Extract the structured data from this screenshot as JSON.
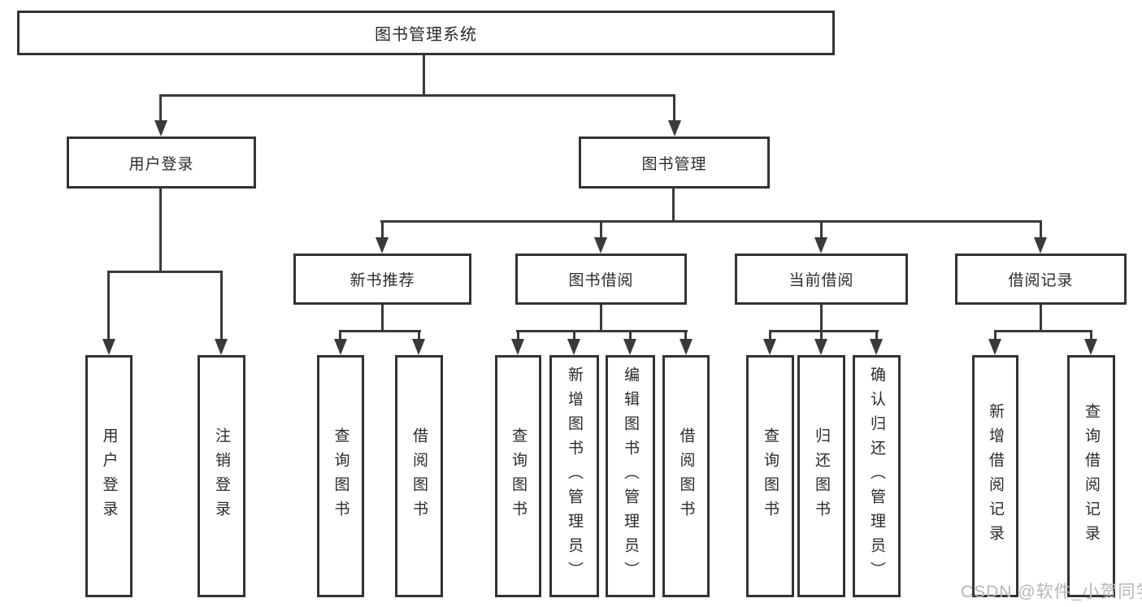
{
  "diagram": {
    "root": {
      "label": "图书管理系统"
    },
    "branches": [
      {
        "label": "用户登录",
        "children": [
          {
            "label": "用户登录"
          },
          {
            "label": "注销登录"
          }
        ]
      },
      {
        "label": "图书管理",
        "children": [
          {
            "label": "新书推荐",
            "children": [
              {
                "label": "查询图书"
              },
              {
                "label": "借阅图书"
              }
            ]
          },
          {
            "label": "图书借阅",
            "children": [
              {
                "label": "查询图书"
              },
              {
                "label": "新增图书（管理员）"
              },
              {
                "label": "编辑图书（管理员）"
              },
              {
                "label": "借阅图书"
              }
            ]
          },
          {
            "label": "当前借阅",
            "children": [
              {
                "label": "查询图书"
              },
              {
                "label": "归还图书"
              },
              {
                "label": "确认归还（管理员）"
              }
            ]
          },
          {
            "label": "借阅记录",
            "children": [
              {
                "label": "新增借阅记录"
              },
              {
                "label": "查询借阅记录"
              }
            ]
          }
        ]
      }
    ],
    "watermark": "CSDN @软件_小贺同学",
    "colors": {
      "line": "#3a3a3a",
      "border": "#333333",
      "text": "#2b2b2b",
      "watermark": "#b6b6b6"
    }
  }
}
